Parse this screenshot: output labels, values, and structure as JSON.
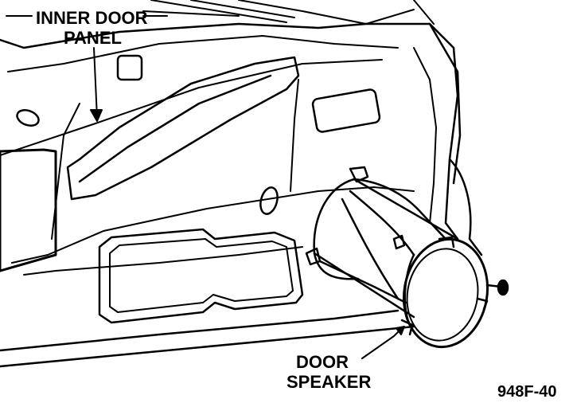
{
  "labels": {
    "inner_door_line1": "INNER DOOR",
    "inner_door_line2": "PANEL",
    "speaker_line1": "DOOR",
    "speaker_line2": "SPEAKER",
    "figure_code": "948F-40"
  },
  "colors": {
    "ink": "#000000",
    "paper": "#ffffff"
  }
}
